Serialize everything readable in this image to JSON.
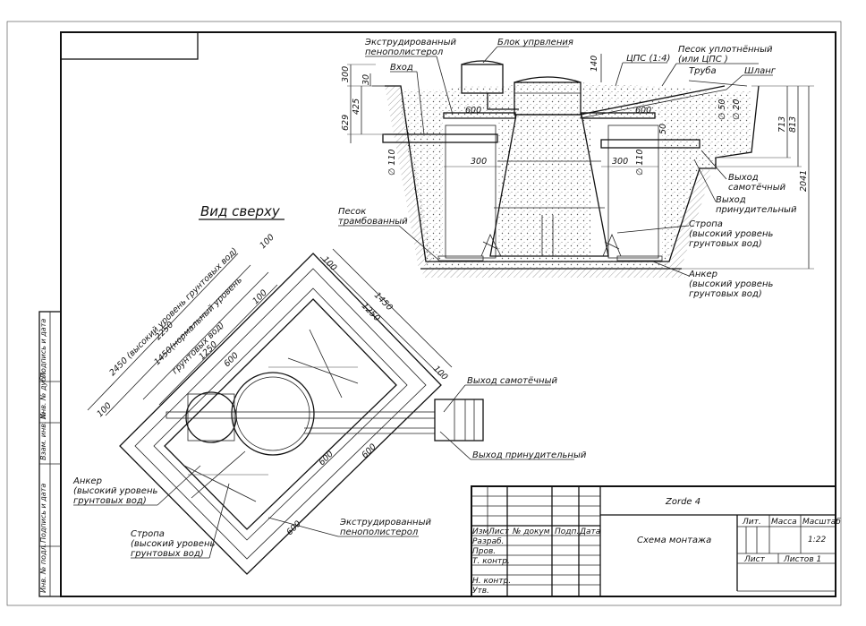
{
  "drawing": {
    "title_top_view": "Вид сверху",
    "section_labels": {
      "insulation": [
        "Экструдированный",
        "пенополистерол"
      ],
      "control_block": "Блок упрвления",
      "inlet": "Вход",
      "cps": "ЦПС (1:4)",
      "sand_top": [
        "Песок уплотнённый",
        "(или ЦПС )"
      ],
      "pipe": "Труба",
      "hose": "Шланг",
      "sand_tamped": [
        "Песок",
        "трамбованный"
      ],
      "outlet_gravity": [
        "Выход",
        "самотёчный"
      ],
      "outlet_forced": [
        "Выход",
        "принудительный"
      ],
      "strap": [
        "Стропа",
        "(высокий уровень",
        "грунтовых вод)"
      ],
      "anchor": [
        "Анкер",
        "(высокий уровень",
        "грунтовых вод)"
      ]
    },
    "section_dims": [
      "300",
      "30",
      "425",
      "629",
      "140",
      "600",
      "600",
      "50",
      "300",
      "300",
      "∅ 110",
      "∅ 110",
      "∅ 50",
      "∅ 20",
      "713",
      "813",
      "2041"
    ],
    "plan_labels": {
      "outlet_gravity": "Выход самотёчный",
      "outlet_forced": "Выход принудительный",
      "anchor": [
        "Анкер",
        "(высокий уровень",
        "грунтовых вод)"
      ],
      "strap": [
        "Стропа",
        "(высокий уровень",
        "грунтовых вод)"
      ],
      "insulation": [
        "Экструдированный",
        "пенополистерол"
      ]
    },
    "plan_dims": {
      "d2450": "2450 (высокий уровень грунтовых вод)",
      "d2250": "2250",
      "d1450": "1450(нормальный уровень",
      "d1450b": "грунтовых вод)",
      "d1250": "1250",
      "d1450r": "1450",
      "d1250r": "1250",
      "d100": "100",
      "d600": "600"
    }
  },
  "side_stamp": [
    "Подпись и дата",
    "Инв. № дубл.",
    "Взам. инв. №",
    "Подпись и дата",
    "Инв. № подл."
  ],
  "title_block": {
    "name": "Zorde 4",
    "drawing_name": "Схема монтажа",
    "cols": [
      "Изм",
      "Лист",
      "№ докум",
      "Подп.",
      "Дата"
    ],
    "rows": [
      "Разраб.",
      "Пров.",
      "Т. контр.",
      "Н. контр.",
      "Утв."
    ],
    "lit": "Лит.",
    "mass": "Масса",
    "scale_label": "Масштаб",
    "scale": "1:22",
    "sheet": "Лист",
    "sheets": "Листов 1"
  }
}
